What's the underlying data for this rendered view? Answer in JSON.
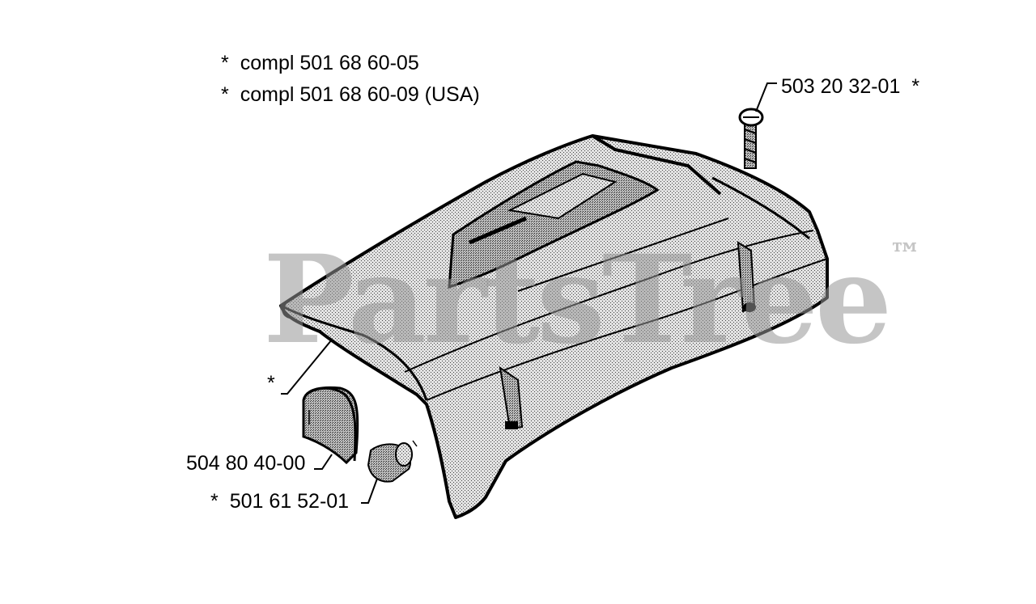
{
  "diagram": {
    "notes": [
      {
        "marker": "*",
        "text": "compl 501 68 60-05"
      },
      {
        "marker": "*",
        "text": "compl 501 68 60-09 (USA)"
      }
    ],
    "parts": {
      "screw": {
        "number": "503 20 32-01",
        "marker": "*"
      },
      "cover": {
        "marker": "*"
      },
      "plate": {
        "number": "504 80 40-00"
      },
      "plug": {
        "number": "501 61 52-01",
        "marker": "*"
      }
    },
    "watermark": {
      "text": "PartsTree",
      "trademark": "™"
    }
  }
}
